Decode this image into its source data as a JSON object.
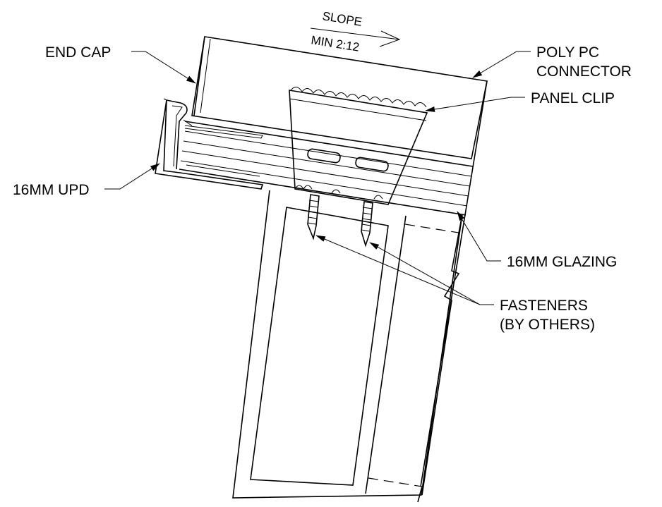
{
  "slope": {
    "top": "SLOPE",
    "bottom": "MIN 2:12"
  },
  "labels": {
    "end_cap": "END CAP",
    "poly_pc_connector_line1": "POLY PC",
    "poly_pc_connector_line2": "CONNECTOR",
    "panel_clip": "PANEL CLIP",
    "upd": "16MM UPD",
    "glazing": "16MM GLAZING",
    "fasteners_line1": "FASTENERS",
    "fasteners_line2": "(BY OTHERS)"
  },
  "colors": {
    "line": "#000000",
    "background": "#ffffff"
  }
}
